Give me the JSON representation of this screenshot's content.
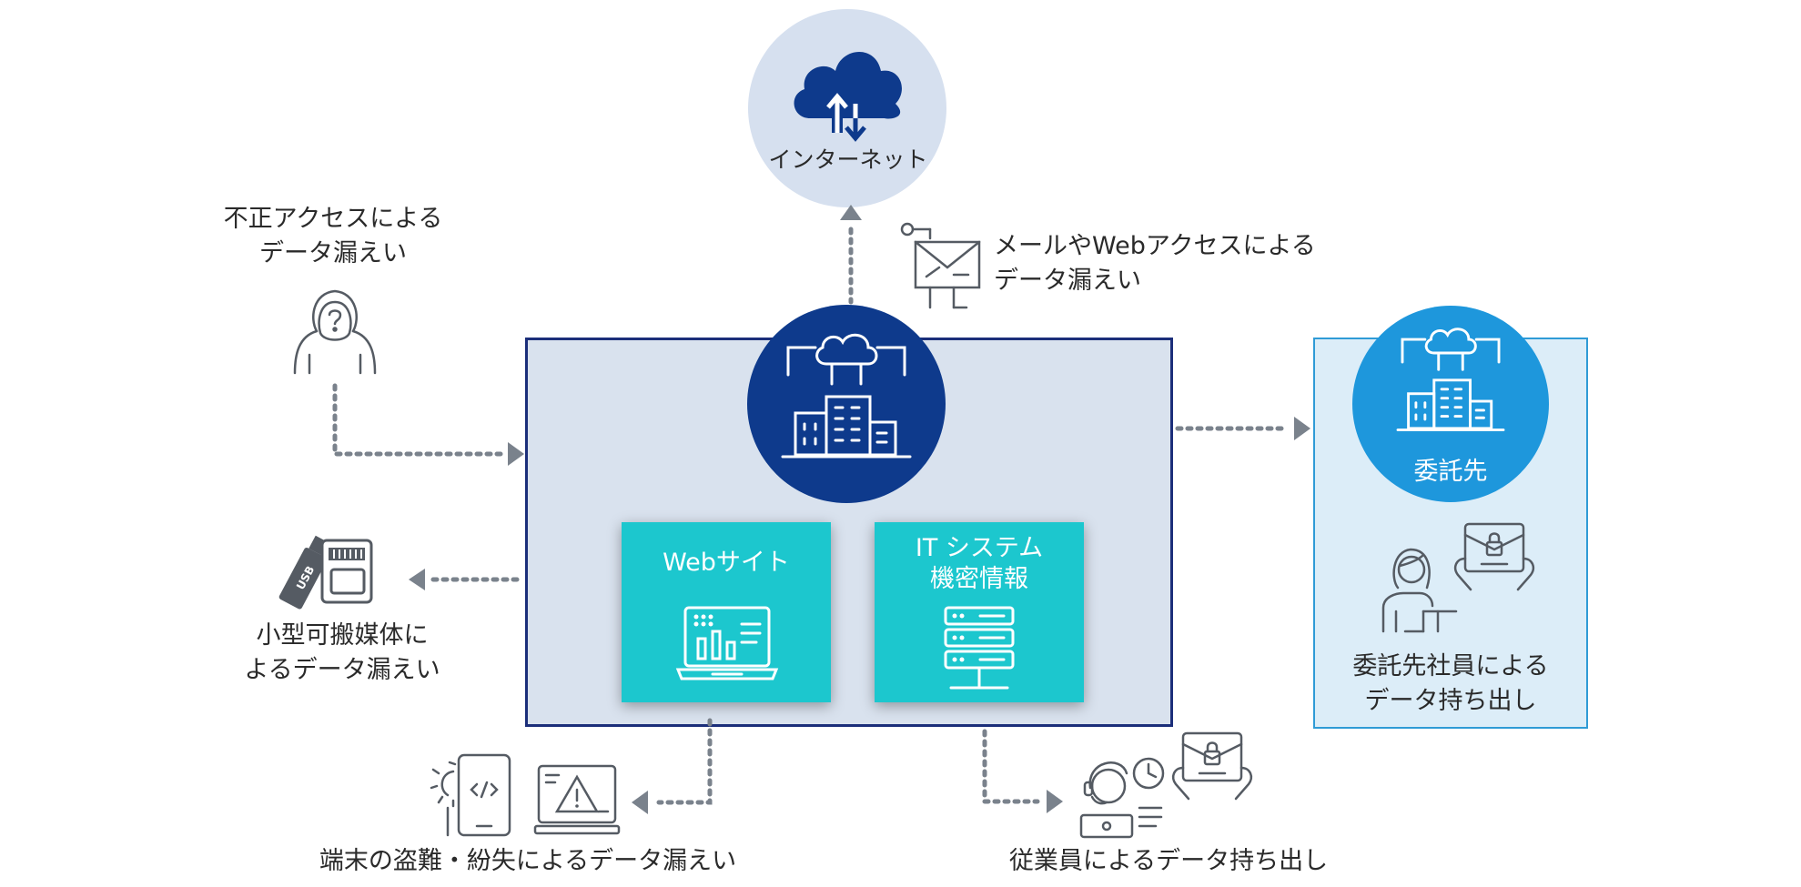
{
  "internet": {
    "label": "インターネット"
  },
  "labels": {
    "unauthorized_access": [
      "不正アクセスによる",
      "データ漏えい"
    ],
    "mail_web": [
      "メールやWebアクセスによる",
      "データ漏えい"
    ],
    "removable_media": [
      "小型可搬媒体に",
      "よるデータ漏えい"
    ],
    "device_theft": "端末の盗難・紛失によるデータ漏えい",
    "employee_takeout": "従業員によるデータ持ち出し",
    "contractor_takeout": [
      "委託先社員による",
      "データ持ち出し"
    ]
  },
  "tiles": {
    "website": "Webサイト",
    "it_system": [
      "IT システム",
      "機密情報"
    ]
  },
  "contractor": {
    "label": "委託先"
  },
  "icons": {
    "cloud": "cloud-upload-download-icon",
    "hacker": "hooded-hacker-icon",
    "mail": "envelope-icon",
    "usb": "usb-drive-icon",
    "device": "mobile-code-icon",
    "warning_screen": "warning-monitor-icon",
    "employee": "headset-operator-icon",
    "tablet": "locked-tablet-icon",
    "building": "cloud-building-icon",
    "website": "web-analytics-laptop-icon",
    "server": "server-rack-icon",
    "woman": "office-worker-icon"
  },
  "colors": {
    "navy": "#0e3a8c",
    "light_navy_bg": "#d9e2ee",
    "teal": "#1cc7ce",
    "sky": "#1e97dc",
    "sky_bg": "#dcedf8",
    "arrow_gray": "#7a828c"
  }
}
